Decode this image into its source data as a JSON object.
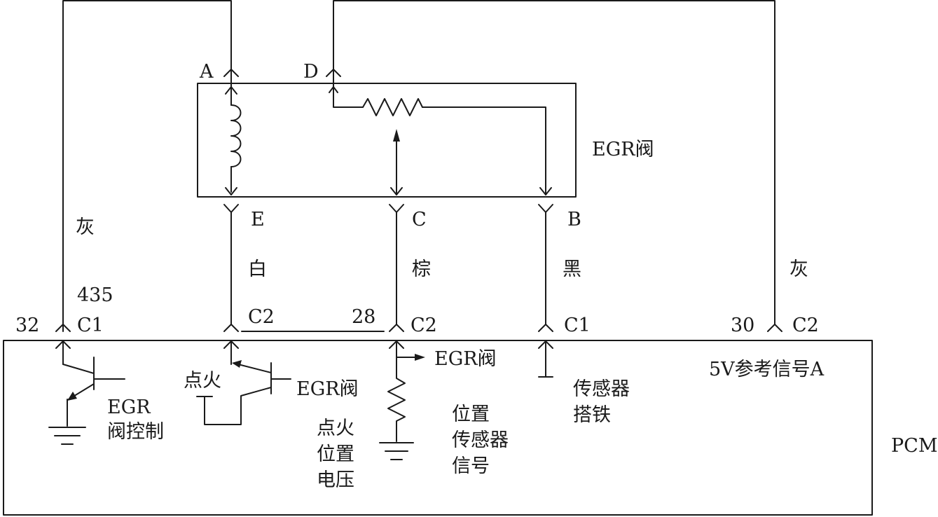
{
  "component": {
    "egr_valve": "EGR阀",
    "pcm": "PCM"
  },
  "pins": {
    "a": "A",
    "d": "D",
    "e": "E",
    "c": "C",
    "b": "B"
  },
  "wires": {
    "left_color": "灰",
    "left_circuit": "435",
    "e_color": "白",
    "c_color": "棕",
    "b_color": "黑",
    "right_color": "灰"
  },
  "connectors": {
    "pin_32": "32",
    "c1_left": "C1",
    "c2_e": "C2",
    "pin_28": "28",
    "c2_c": "C2",
    "c1_b": "C1",
    "pin_30": "30",
    "c2_right": "C2"
  },
  "pcm_labels": {
    "egr_ctrl_1": "EGR",
    "egr_ctrl_2": "阀控制",
    "ignition": "点火",
    "egr_valve_driver": "EGR阀",
    "ign_pos_1": "点火",
    "ign_pos_2": "位置",
    "ign_pos_3": "电压",
    "egr_valve_signal": "EGR阀",
    "pos_sensor_1": "位置",
    "pos_sensor_2": "传感器",
    "pos_sensor_3": "信号",
    "sensor_gnd_1": "传感器",
    "sensor_gnd_2": "搭铁",
    "ref_5v": "5V参考信号A"
  }
}
